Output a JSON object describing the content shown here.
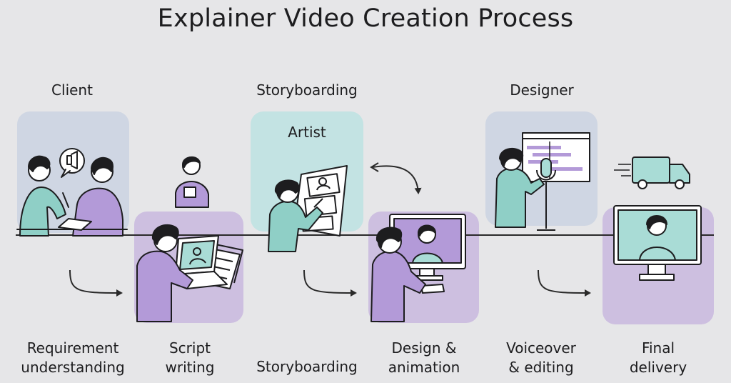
{
  "title": "Explainer Video Creation Process",
  "roles": {
    "client": "Client",
    "storyboarding": "Storyboarding",
    "artist": "Artist",
    "designer": "Designer"
  },
  "steps": [
    {
      "line1": "Requirement",
      "line2": "understanding"
    },
    {
      "line1": "Script",
      "line2": "writing"
    },
    {
      "line1": "Storyboarding",
      "line2": ""
    },
    {
      "line1": "Design &",
      "line2": "animation"
    },
    {
      "line1": "Voiceover",
      "line2": "& editing"
    },
    {
      "line1": "Final",
      "line2": "delivery"
    }
  ],
  "colors": {
    "background": "#e6e6e8",
    "panel_blue": "#cfd6e3",
    "panel_teal": "#c3e3e3",
    "panel_purple": "#cdbfe0",
    "figure_teal": "#8fcfc6",
    "figure_purple": "#b39ad8",
    "screen_teal": "#a9dcd6",
    "line": "#2a2a2a"
  }
}
